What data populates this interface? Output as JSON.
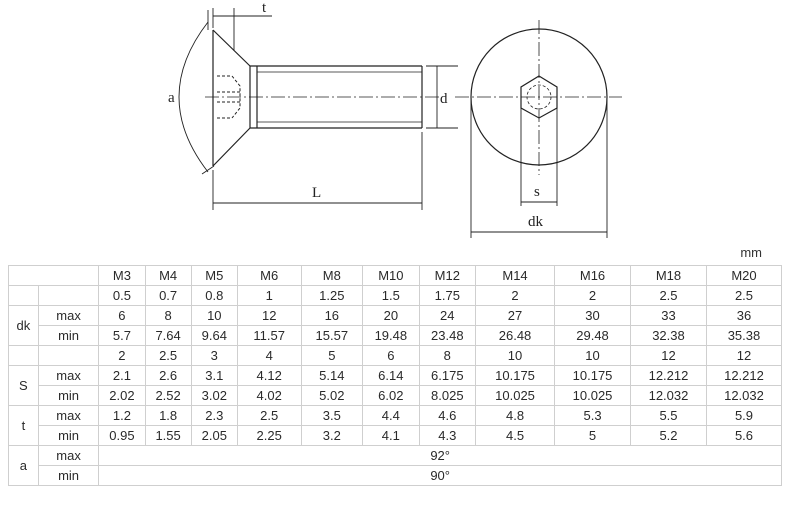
{
  "drawing": {
    "labels": {
      "t": "t",
      "a": "a",
      "d": "d",
      "L": "L",
      "s": "s",
      "dk": "dk"
    }
  },
  "unit": "mm",
  "table": {
    "sizes": [
      "M3",
      "M4",
      "M5",
      "M6",
      "M8",
      "M10",
      "M12",
      "M14",
      "M16",
      "M18",
      "M20"
    ],
    "rows": [
      {
        "group": "",
        "sub": "",
        "values": [
          "0.5",
          "0.7",
          "0.8",
          "1",
          "1.25",
          "1.5",
          "1.75",
          "2",
          "2",
          "2.5",
          "2.5"
        ]
      },
      {
        "group": "dk",
        "sub": "max",
        "values": [
          "6",
          "8",
          "10",
          "12",
          "16",
          "20",
          "24",
          "27",
          "30",
          "33",
          "36"
        ]
      },
      {
        "group": "",
        "sub": "min",
        "values": [
          "5.7",
          "7.64",
          "9.64",
          "11.57",
          "15.57",
          "19.48",
          "23.48",
          "26.48",
          "29.48",
          "32.38",
          "35.38"
        ]
      },
      {
        "group": "",
        "sub": "",
        "values": [
          "2",
          "2.5",
          "3",
          "4",
          "5",
          "6",
          "8",
          "10",
          "10",
          "12",
          "12"
        ]
      },
      {
        "group": "S",
        "sub": "max",
        "values": [
          "2.1",
          "2.6",
          "3.1",
          "4.12",
          "5.14",
          "6.14",
          "6.175",
          "10.175",
          "10.175",
          "12.212",
          "12.212"
        ]
      },
      {
        "group": "",
        "sub": "min",
        "values": [
          "2.02",
          "2.52",
          "3.02",
          "4.02",
          "5.02",
          "6.02",
          "8.025",
          "10.025",
          "10.025",
          "12.032",
          "12.032"
        ]
      },
      {
        "group": "t",
        "sub": "max",
        "values": [
          "1.2",
          "1.8",
          "2.3",
          "2.5",
          "3.5",
          "4.4",
          "4.6",
          "4.8",
          "5.3",
          "5.5",
          "5.9"
        ]
      },
      {
        "group": "",
        "sub": "min",
        "values": [
          "0.95",
          "1.55",
          "2.05",
          "2.25",
          "3.2",
          "4.1",
          "4.3",
          "4.5",
          "5",
          "5.2",
          "5.6"
        ]
      },
      {
        "group": "a",
        "sub": "max",
        "span_value": "92°"
      },
      {
        "group": "",
        "sub": "min",
        "span_value": "90°"
      }
    ]
  }
}
